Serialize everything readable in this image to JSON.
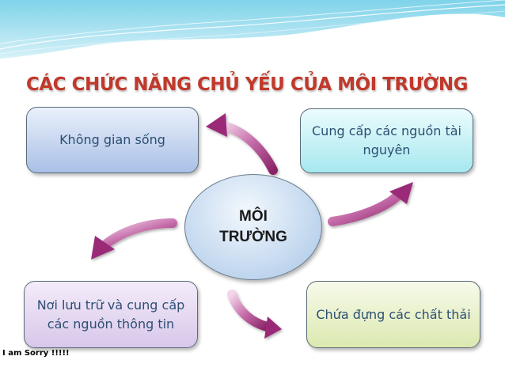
{
  "title": "CÁC CHỨC NĂNG CHỦ YẾU CỦA MÔI TRƯỜNG",
  "center": {
    "line1": "MÔI",
    "line2": "TRƯỜNG"
  },
  "boxes": {
    "top_left": "Không gian sống",
    "top_right": {
      "line1": "Cung cấp các nguồn tài",
      "line2": "nguyên"
    },
    "bottom_left": {
      "line1": "Nơi lưu trữ và cung cấp",
      "line2": "các nguồn thông tin"
    },
    "bottom_right": "Chứa đựng các chất thải"
  },
  "watermark": "I am Sorry !!!!!",
  "colors": {
    "title": "#c0392b",
    "box_text": "#2d4f73",
    "arrow": "#a0307e"
  }
}
